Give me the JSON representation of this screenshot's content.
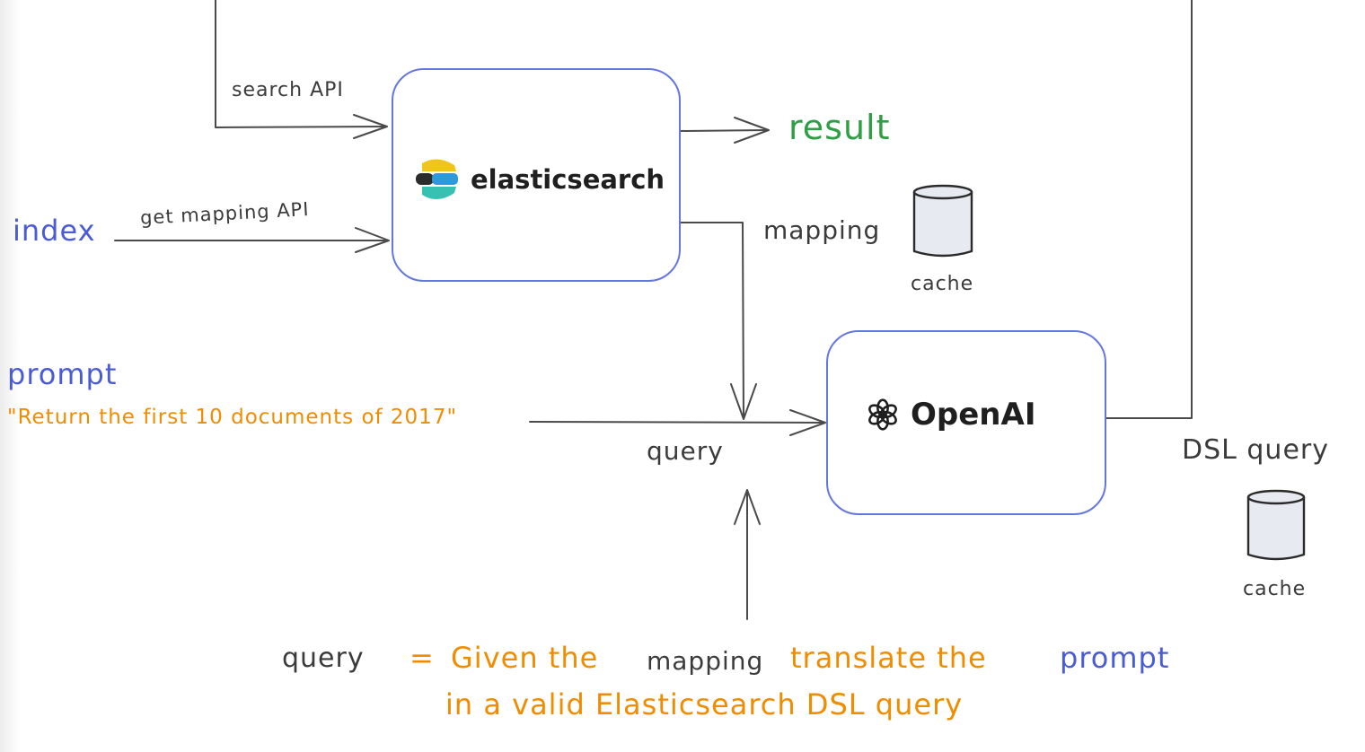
{
  "edges": {
    "search_api": "search API",
    "get_mapping_api": "get mapping API",
    "result": "result",
    "mapping": "mapping",
    "query": "query",
    "dsl_query": "DSL query"
  },
  "inputs": {
    "index": "index",
    "prompt": "prompt",
    "prompt_text": "\"Return the first 10 documents of 2017\""
  },
  "nodes": {
    "elasticsearch": {
      "label": "elasticsearch",
      "icon": "elasticsearch-logo-icon"
    },
    "openai": {
      "label": "OpenAI",
      "icon": "openai-logo-icon"
    }
  },
  "caches": {
    "mapping_cache": "cache",
    "dsl_cache": "cache"
  },
  "formula": {
    "query": "query",
    "equals": "=",
    "given": "Given the",
    "mapping": "mapping",
    "translate": "translate the",
    "prompt": "prompt",
    "line2": "in a valid Elasticsearch DSL query"
  },
  "colors": {
    "ink": "#3b3b3b",
    "blue": "#4a5bd6",
    "green": "#2f9e44",
    "orange": "#f08c00",
    "node_border": "#6476e0",
    "cache_fill": "#e7eaf1"
  }
}
